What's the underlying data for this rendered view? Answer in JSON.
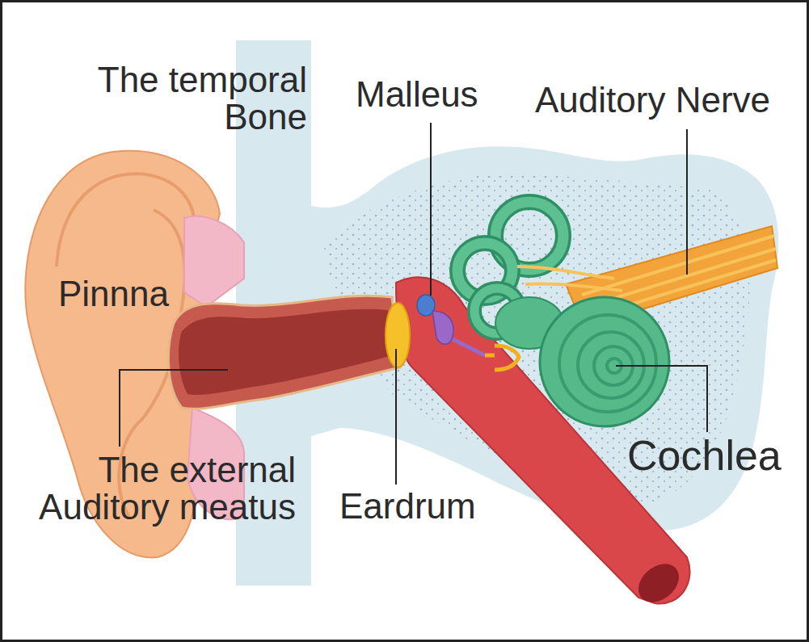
{
  "diagram": {
    "labels": [
      "The temporal Bone",
      "Malleus",
      "Auditory Nerve",
      "Pinnna",
      "The external Auditory meatus",
      "Eardrum",
      "Cochlea"
    ]
  }
}
